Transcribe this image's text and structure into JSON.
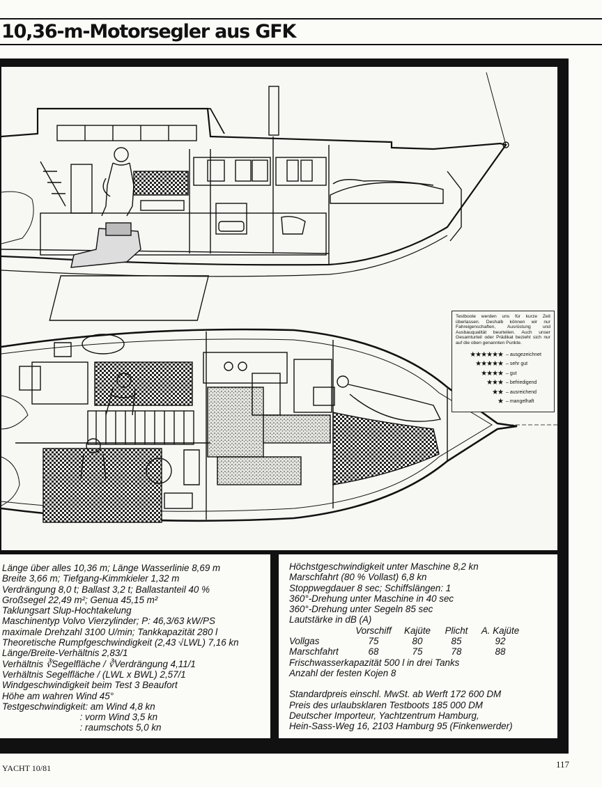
{
  "header": {
    "title": "10,36-m-Motorsegler aus GFK"
  },
  "rating_box": {
    "text": "Testboote werden uns für kurze Zeit überlassen. Deshalb können wir nur Fahreigenschaften, Ausrüstung und Ausbauqualität beurteilen. Auch unser Gesamturteil oder Prädikat bezieht sich nur auf die oben genannten Punkte.",
    "levels": [
      {
        "stars": "★★★★★★",
        "label": "– ausgezeichnet"
      },
      {
        "stars": "★★★★★",
        "label": "– sehr gut"
      },
      {
        "stars": "★★★★",
        "label": "– gut"
      },
      {
        "stars": "★★★",
        "label": "– befriedigend"
      },
      {
        "stars": "★★",
        "label": "– ausreichend"
      },
      {
        "stars": "★",
        "label": "– mangelhaft"
      }
    ]
  },
  "specs_left": [
    "Länge über alles 10,36 m; Länge Wasserlinie 8,69 m",
    "Breite 3,66 m; Tiefgang-Kimmkieler 1,32 m",
    "Verdrängung 8,0 t; Ballast 3,2 t; Ballastanteil 40 %",
    "Großsegel 22,49 m²; Genua 45,15 m²",
    "Taklungsart Slup-Hochtakelung",
    "Maschinentyp Volvo Vierzylinder; P: 46,3/63 kW/PS",
    "maximale Drehzahl 3100 U/min; Tankkapazität 280 l",
    "Theoretische Rumpfgeschwindigkeit (2,43 √LWL) 7,16 kn",
    "Länge/Breite-Verhältnis 2,83/1",
    "Verhältnis ∛Segelfläche / ∛Verdrängung 4,11/1",
    "Verhältnis Segelfläche / (LWL x BWL) 2,57/1",
    "Windgeschwindigkeit beim Test 3 Beaufort",
    "Höhe am wahren Wind 45°",
    "Testgeschwindigkeit: am Wind 4,8 kn",
    "                              : vorm Wind 3,5 kn",
    "                              : raumschots 5,0 kn"
  ],
  "specs_right_top": [
    "Höchstgeschwindigkeit unter Maschine 8,2 kn",
    "Marschfahrt (80 % Vollast) 6,8 kn",
    "Stoppwegdauer 8 sec; Schiffslängen: 1",
    "360°-Drehung unter Maschine in 40 sec",
    "360°-Drehung unter Segeln 85 sec",
    "Lautstärke in dB (A)"
  ],
  "noise_table": {
    "headers": [
      "Vorschiff",
      "Kajüte",
      "Plicht",
      "A. Kajüte"
    ],
    "rows": [
      {
        "label": "Vollgas",
        "values": [
          "75",
          "80",
          "85",
          "92"
        ]
      },
      {
        "label": "Marschfahrt",
        "values": [
          "68",
          "75",
          "78",
          "88"
        ]
      }
    ]
  },
  "specs_right_mid": [
    "Frischwasserkapazität 500 l in drei Tanks",
    "Anzahl der festen Kojen 8"
  ],
  "specs_right_bottom": [
    "Standardpreis einschl. MwSt. ab Werft 172 600 DM",
    "Preis des urlaubsklaren Testboots 185 000 DM",
    "Deutscher Importeur, Yachtzentrum Hamburg,",
    "Hein-Sass-Weg 16, 2103 Hamburg 95 (Finkenwerder)"
  ],
  "footer": {
    "magazine": "YACHT 10/81",
    "page_number": "117"
  }
}
